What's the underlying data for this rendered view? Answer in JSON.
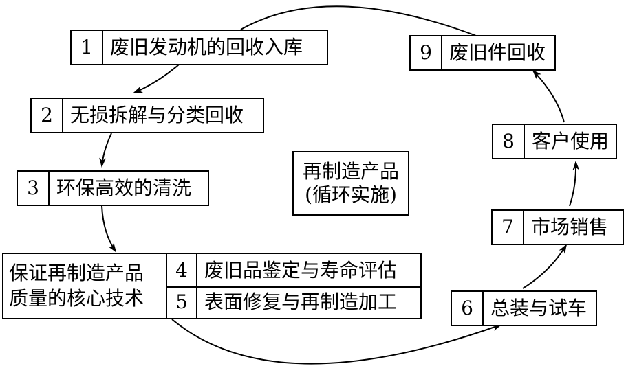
{
  "center": {
    "line1": "再制造产品",
    "line2": "(循环实施)"
  },
  "steps": [
    {
      "num": "1",
      "label": "废旧发动机的回收入库"
    },
    {
      "num": "2",
      "label": "无损拆解与分类回收"
    },
    {
      "num": "3",
      "label": "环保高效的清洗"
    },
    {
      "num": "4",
      "label": "废旧品鉴定与寿命评估"
    },
    {
      "num": "5",
      "label": "表面修复与再制造加工"
    },
    {
      "num": "6",
      "label": "总装与试车"
    },
    {
      "num": "7",
      "label": "市场销售"
    },
    {
      "num": "8",
      "label": "客户使用"
    },
    {
      "num": "9",
      "label": "废旧件回收"
    }
  ],
  "core": {
    "line1": "保证再制造产品",
    "line2": "质量的核心技术"
  }
}
